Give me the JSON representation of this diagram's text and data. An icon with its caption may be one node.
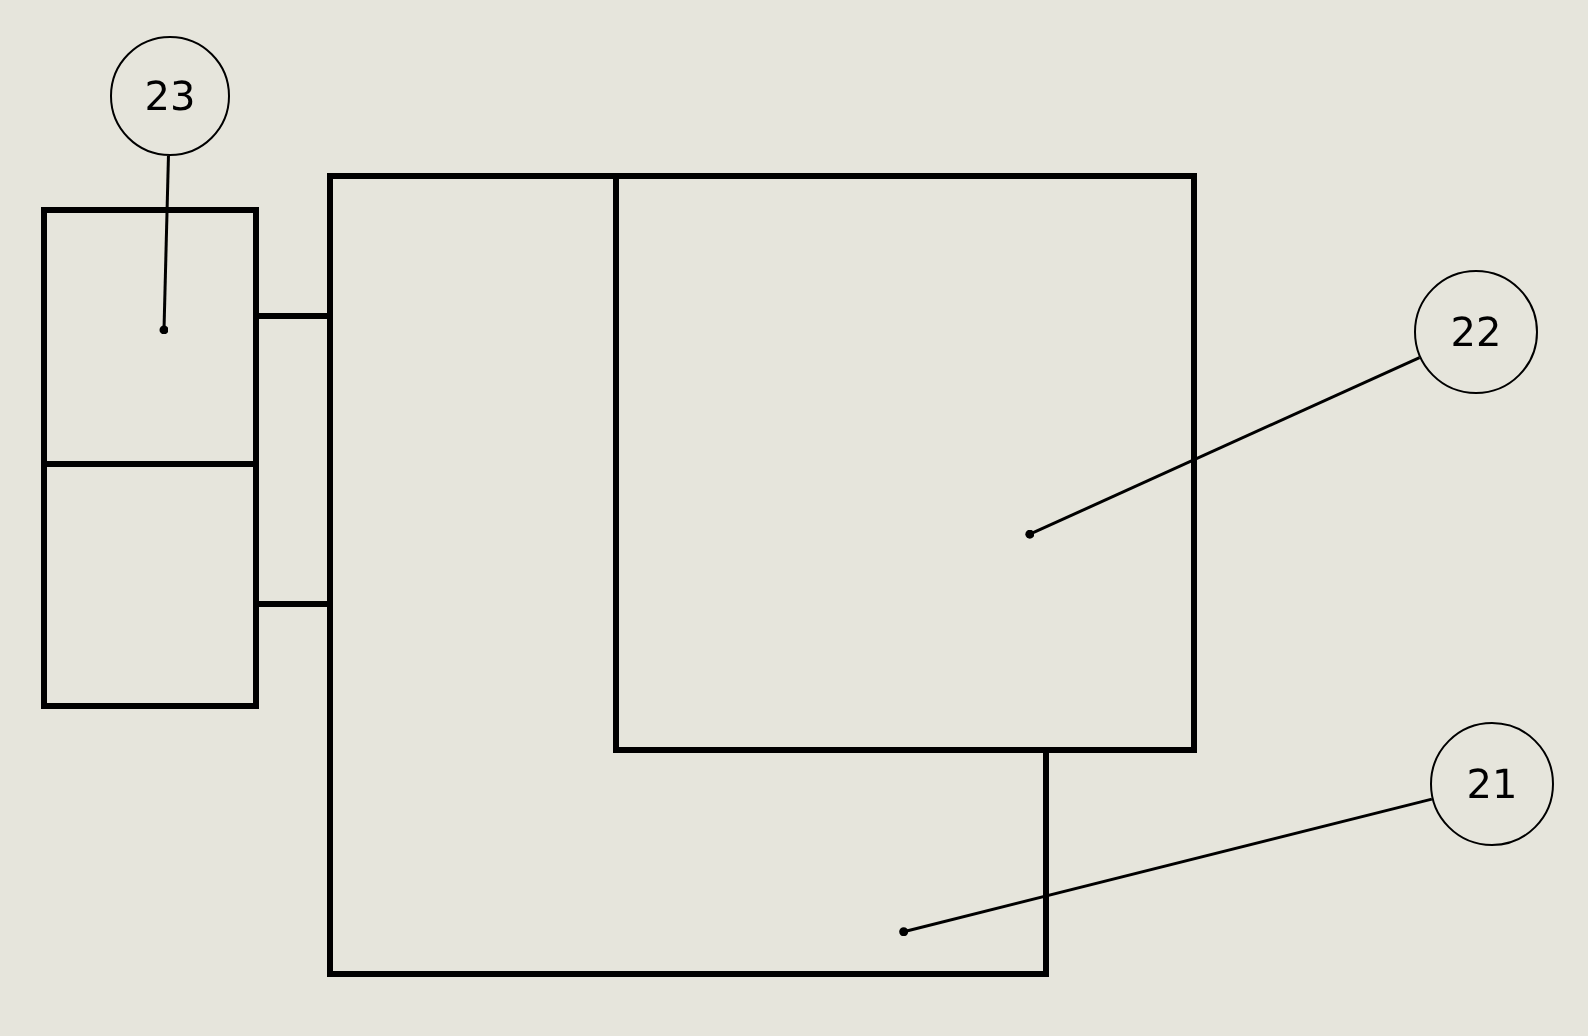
{
  "diagram": {
    "nodes": [
      {
        "text": [
          "23"
        ]
      },
      {
        "text": [
          "22"
        ]
      },
      {
        "text": [
          "21"
        ]
      },
      {
        "text": [],
        "shape": "box"
      },
      {
        "text": [],
        "shape": "box"
      },
      {
        "text": [],
        "shape": "box",
        "in": 4
      },
      {
        "text": [],
        "shape": "box"
      }
    ],
    "edges": [
      {
        "from": 0,
        "to": 3,
        "arrow": "other"
      },
      {
        "from": 1,
        "to": 5,
        "arrow": "other"
      },
      {
        "from": 2,
        "to": 4,
        "arrow": "other"
      },
      {
        "from": 3,
        "to": 4,
        "arrow": "none",
        "style": "thick"
      },
      {
        "from": 6,
        "to": 4,
        "arrow": "none",
        "style": "thick"
      }
    ]
  }
}
